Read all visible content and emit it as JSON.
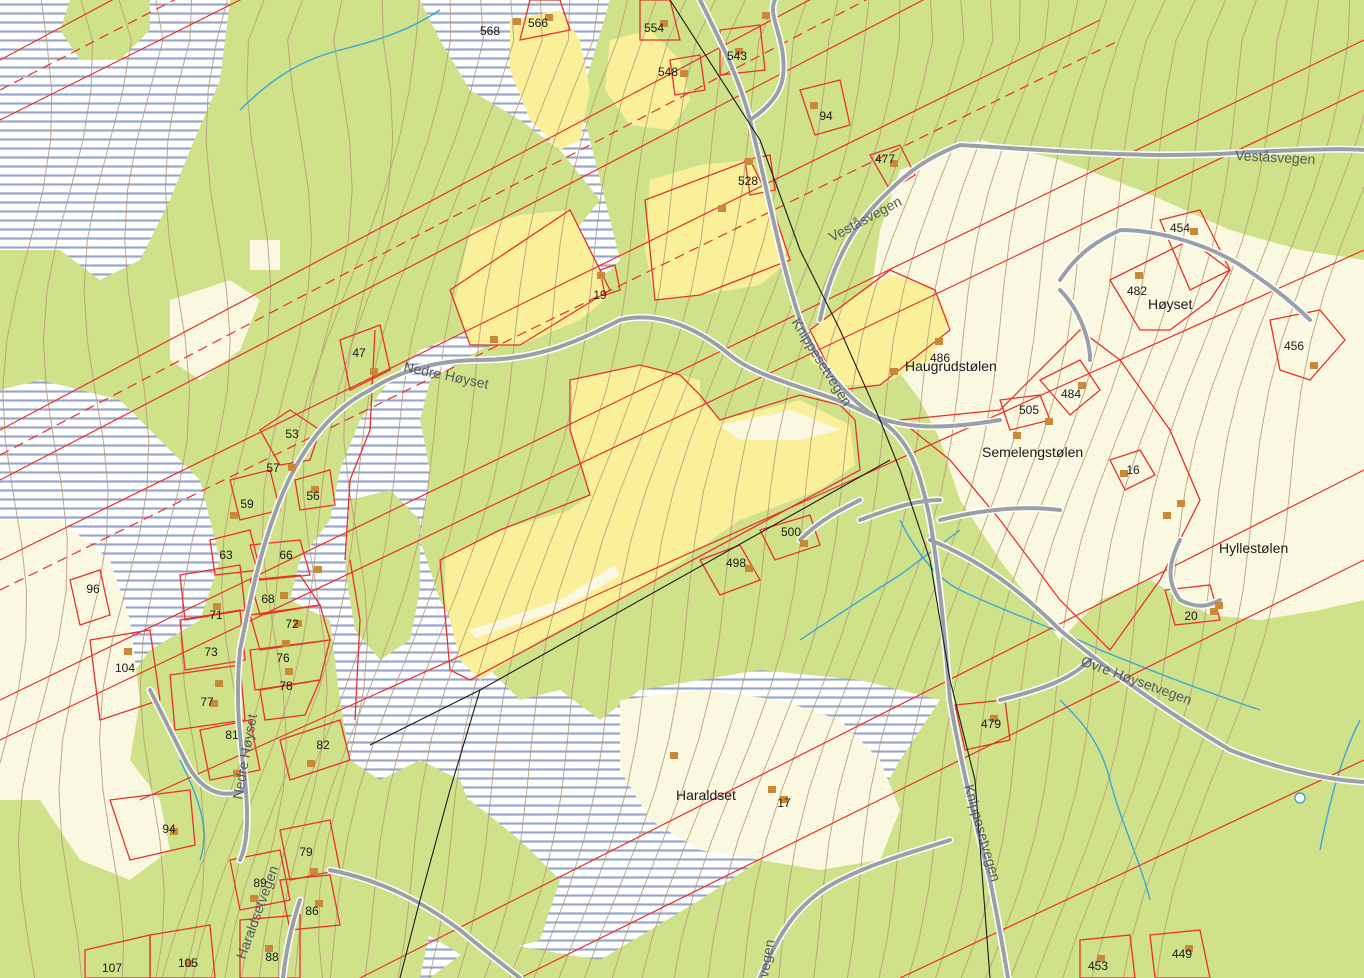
{
  "colors": {
    "forest": "#cfe289",
    "farmland": "#faf09a",
    "open_land": "#fbf8e1",
    "bog_line": "#98a6c8",
    "contour": "#b89a78",
    "boundary": "#e8312d",
    "road": "#9aa0a6",
    "stream": "#3aa7d8",
    "building": "#c88a3a"
  },
  "places": {
    "hoyset": "Høyset",
    "haugrudstolen": "Haugrudstølen",
    "semelengstolen": "Semelengstølen",
    "hyllestolen": "Hyllestølen",
    "haraldset": "Haraldset"
  },
  "roads": {
    "vestasvegen_east": "Veståsvegen",
    "vestasvegen_west": "Veståsvegen",
    "nedre_hoyset": "Nedre Høyset",
    "nedre_hoyset_south": "Nedre Høyset",
    "knippesetvegen_north": "Knippesetvegen",
    "knippesetvegen_south": "Knippesetvegen",
    "ovre_hoysetvegen": "Øvre Høysetvegen",
    "haraldsetvegen": "Haraldsetvegen",
    "bottom_road": "vegen"
  },
  "parcels": {
    "p568": "568",
    "p566": "566",
    "p554": "554",
    "p543": "543",
    "p548": "548",
    "p94a": "94",
    "p477": "477",
    "p528": "528",
    "p19": "19",
    "p454": "454",
    "p482": "482",
    "p456": "456",
    "p486": "486",
    "p47": "47",
    "p505": "505",
    "p484": "484",
    "p53": "53",
    "p57": "57",
    "p56": "56",
    "p59": "59",
    "p16": "16",
    "p500": "500",
    "p63": "63",
    "p66": "66",
    "p498": "498",
    "p96": "96",
    "p68": "68",
    "p71": "71",
    "p72": "72",
    "p20": "20",
    "p73": "73",
    "p76": "76",
    "p104": "104",
    "p78": "78",
    "p77": "77",
    "p81": "81",
    "p82": "82",
    "p479": "479",
    "p17": "17",
    "p94b": "94",
    "p79": "79",
    "p89": "89",
    "p86": "86",
    "p105": "105",
    "p88": "88",
    "p107": "107",
    "p453": "453",
    "p449": "449"
  }
}
